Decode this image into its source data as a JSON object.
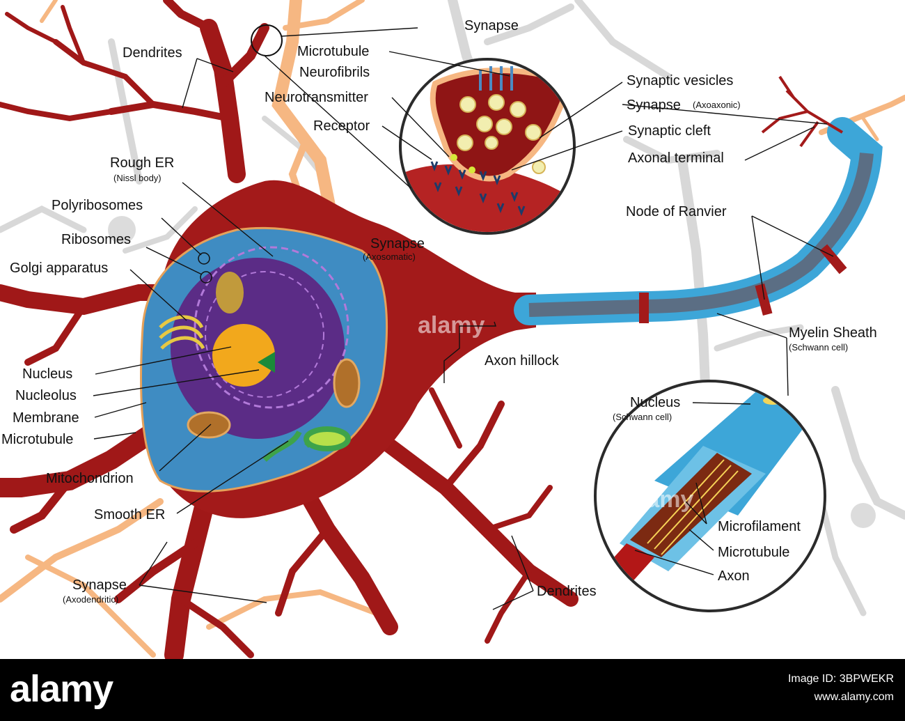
{
  "labels": {
    "dendrites_top": "Dendrites",
    "rough_er": "Rough ER",
    "rough_er_sub": "(Nissl body)",
    "polyribosomes": "Polyribosomes",
    "ribosomes": "Ribosomes",
    "golgi": "Golgi apparatus",
    "nucleus": "Nucleus",
    "nucleolus": "Nucleolus",
    "membrane": "Membrane",
    "microtubule_left": "Microtubule",
    "mitochondrion": "Mitochondrion",
    "smooth_er": "Smooth ER",
    "synapse_axodendritic": "Synapse",
    "synapse_axodendritic_sub": "(Axodendritic)",
    "microtubule_top": "Microtubule",
    "neurofibrils": "Neurofibrils",
    "neurotransmitter": "Neurotransmitter",
    "receptor": "Receptor",
    "synapse_inset": "Synapse",
    "synaptic_vesicles": "Synaptic vesicles",
    "synapse_axoaxonic": "Synapse",
    "synapse_axoaxonic_sub": "(Axoaxonic)",
    "synaptic_cleft": "Synaptic cleft",
    "axonal_terminal": "Axonal terminal",
    "synapse_axosomatic": "Synapse",
    "synapse_axosomatic_sub": "(Axosomatic)",
    "node_of_ranvier": "Node of Ranvier",
    "myelin_sheath": "Myelin Sheath",
    "myelin_sheath_sub": "(Schwann cell)",
    "axon_hillock": "Axon hillock",
    "nucleus_schwann": "Nucleus",
    "nucleus_schwann_sub": "(Schwann cell)",
    "microfilament": "Microfilament",
    "microtubule_inset": "Microtubule",
    "axon": "Axon",
    "dendrites_bottom": "Dendrites"
  },
  "watermark": "alamy",
  "footer": {
    "logo": "alamy",
    "image_id_line": "Image ID: 3BPWEKR",
    "url": "www.alamy.com"
  },
  "colors": {
    "cytoplasm_red": "#a31a1a",
    "cell_body_blue": "#3f8cc2",
    "nucleus_purple": "#5b2c86",
    "nucleus_core": "#f2a81c",
    "myelin_blue": "#3da6d8",
    "axon_terminal_orange": "#f3a360",
    "background": "#ffffff"
  }
}
